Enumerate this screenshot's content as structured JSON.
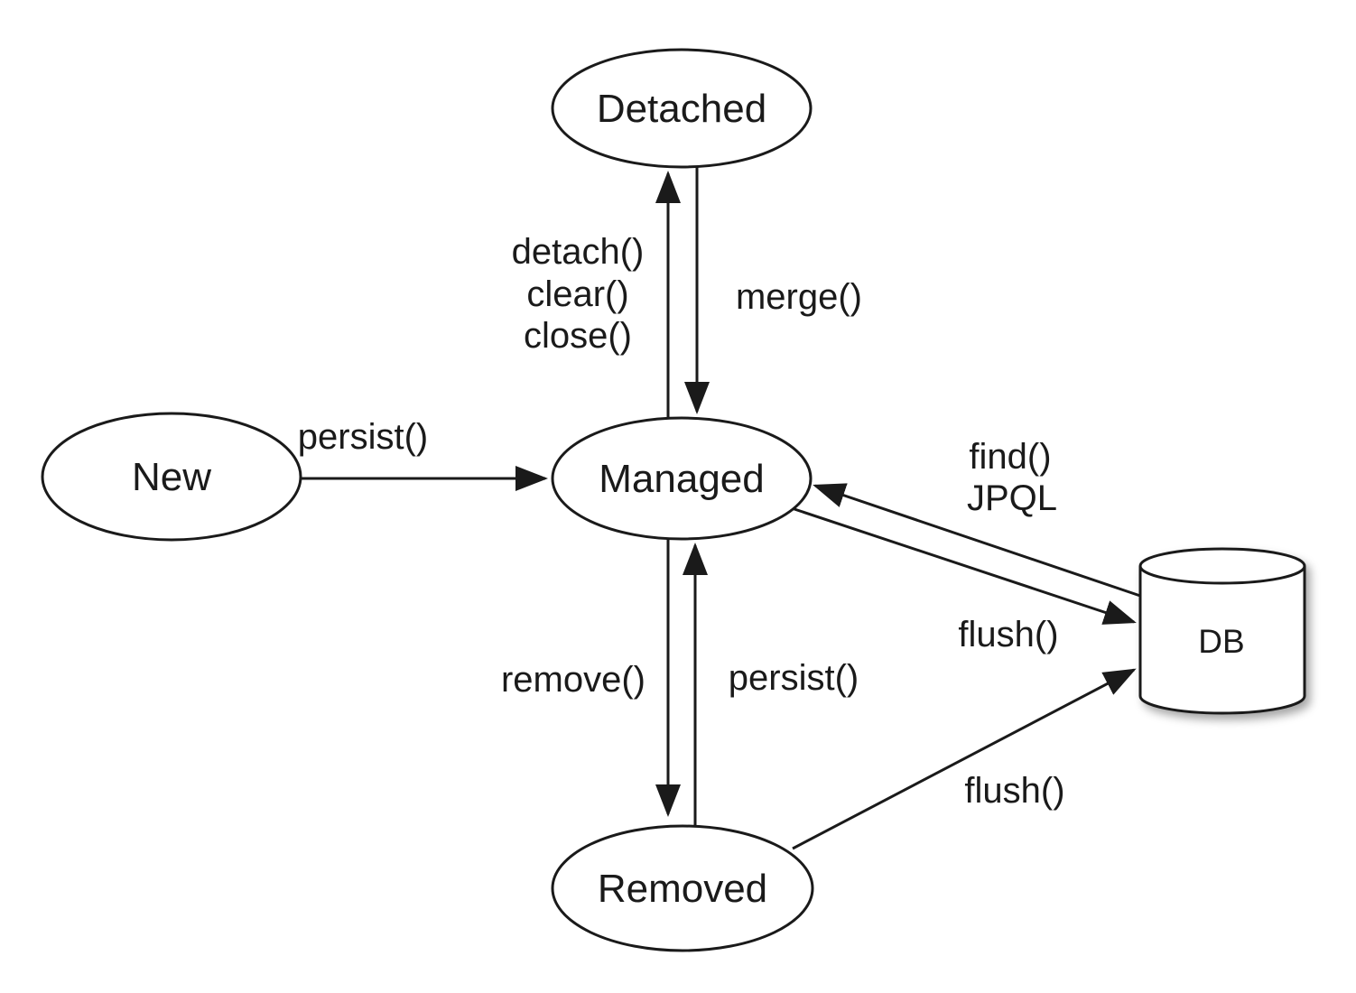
{
  "nodes": {
    "new": {
      "label": "New"
    },
    "detached": {
      "label": "Detached"
    },
    "managed": {
      "label": "Managed"
    },
    "removed": {
      "label": "Removed"
    },
    "db": {
      "label": "DB"
    }
  },
  "edges": {
    "persist_new": {
      "label": "persist()"
    },
    "detach": {
      "labels": [
        "detach()",
        "clear()",
        "close()"
      ]
    },
    "merge": {
      "label": "merge()"
    },
    "remove": {
      "label": "remove()"
    },
    "persist_removed": {
      "label": "persist()"
    },
    "find": {
      "labels": [
        "find()",
        "JPQL"
      ]
    },
    "flush_managed": {
      "label": "flush()"
    },
    "flush_removed": {
      "label": "flush()"
    }
  },
  "colors": {
    "ink": "#1a1a1a",
    "background": "#ffffff"
  }
}
